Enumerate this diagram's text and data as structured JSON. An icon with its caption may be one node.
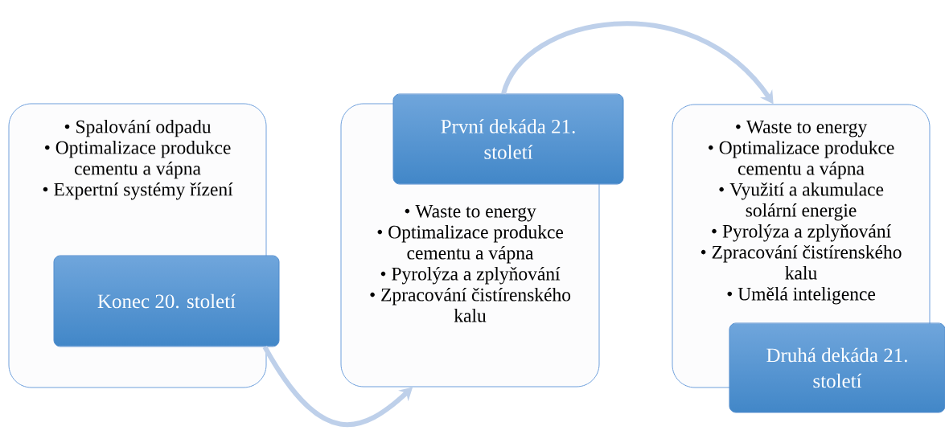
{
  "diagram": {
    "nodes": [
      {
        "text": [
          "• Spalování odpadu",
          "• Optimalizace produkce cementu a vápna",
          "• Expertní systémy řízení"
        ]
      },
      {
        "text": [
          "Konec 20. století"
        ]
      },
      {
        "text": [
          "• Waste to energy",
          "• Optimalizace produkce cementu a vápna",
          "• Pyrolýza a zplyňování",
          "• Zpracování čistírenského kalu"
        ]
      },
      {
        "text": [
          "První dekáda 21. století"
        ]
      },
      {
        "text": [
          "• Waste to energy",
          "• Optimalizace produkce cementu a vápna",
          "• Využití a akumulace solární energie",
          "• Pyrolýza a zplyňování",
          "• Zpracování čistírenského kalu",
          "• Umělá inteligence"
        ]
      },
      {
        "text": [
          "Druhá dekáda 21. století"
        ]
      }
    ],
    "edges": [
      {
        "from": 1,
        "to": 2,
        "arrow": "to"
      },
      {
        "from": 3,
        "to": 4,
        "arrow": "to"
      }
    ]
  }
}
